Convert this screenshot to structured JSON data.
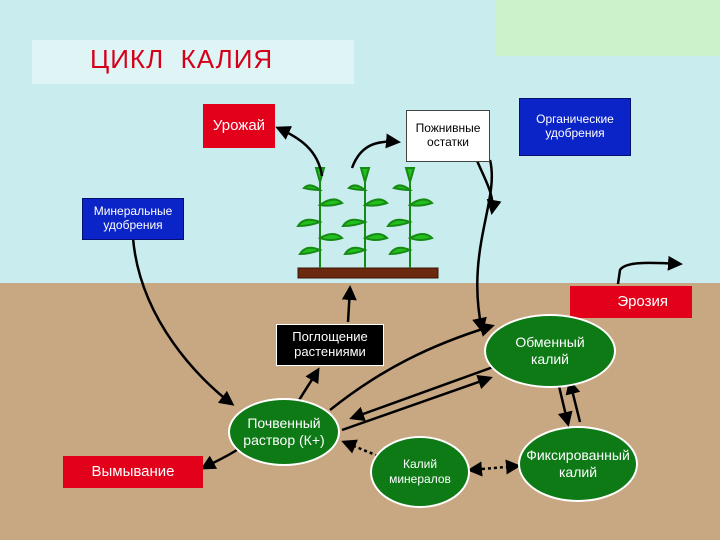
{
  "title": "ЦИКЛ  КАЛИЯ",
  "nodes": {
    "harvest": "Урожай",
    "residues": "Пожнивные\nостатки",
    "organic": "Органические\nудобрения",
    "mineral_fert": "Минеральные\nудобрения",
    "erosion": "Эрозия",
    "uptake": "Поглощение\nрастениями",
    "exchangeable": "Обменный\nкалий",
    "solution": "Почвенный\nраствор (К+)",
    "leaching": "Вымывание",
    "minerals": "Калий\nминералов",
    "fixed": "Фиксированный\nкалий"
  },
  "colors": {
    "sky": "#c9ecee",
    "soil": "#c8a882",
    "title_red": "#d4001a",
    "red_box": "#e3001b",
    "blue_box": "#0b24c8",
    "ellipse_green": "#0d7a16",
    "plant_green": "#22c01e"
  }
}
